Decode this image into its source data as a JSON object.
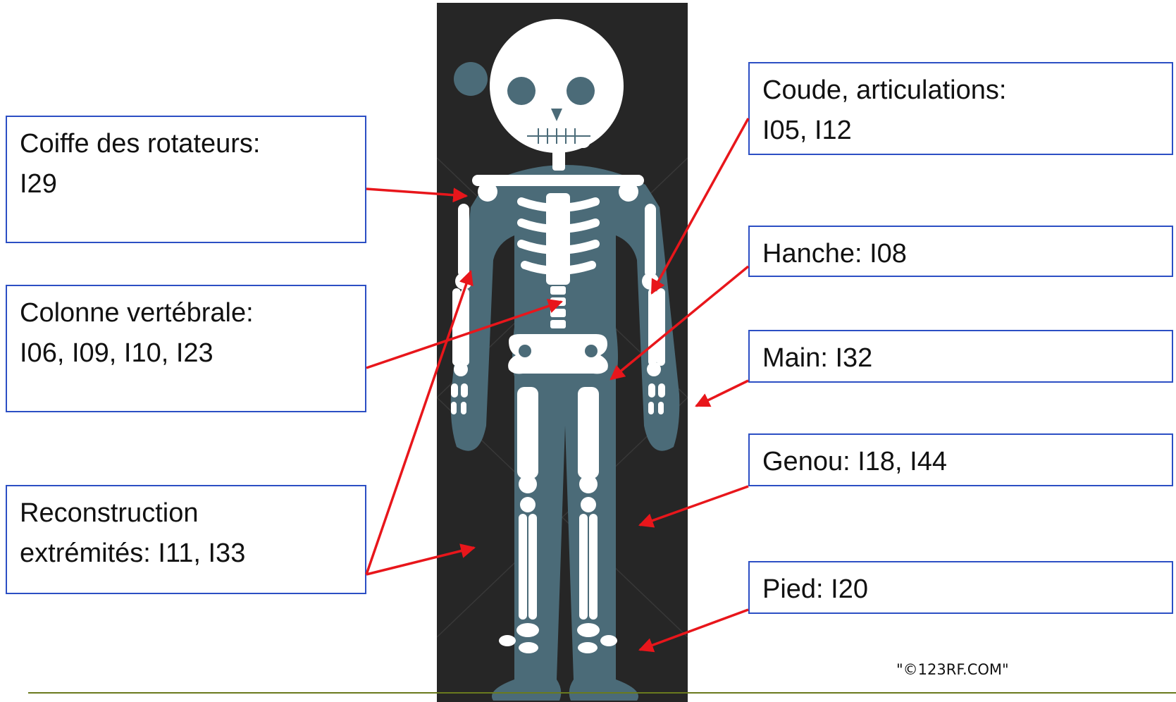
{
  "labels": {
    "coiffe": {
      "line1": "Coiffe des rotateurs:",
      "line2": "I29"
    },
    "colonne": {
      "line1": "Colonne vertébrale:",
      "line2": "I06, I09, I10, I23"
    },
    "recon": {
      "line1": "Reconstruction",
      "line2": "extrémités: I11, I33"
    },
    "coude": {
      "line1": "Coude, articulations:",
      "line2": "I05, I12"
    },
    "hanche": {
      "line1": "Hanche: I08"
    },
    "main": {
      "line1": "Main: I32"
    },
    "genou": {
      "line1": "Genou: I18, I44"
    },
    "pied": {
      "line1": "Pied: I20"
    }
  },
  "credit": "\"©123RF.COM\"",
  "colors": {
    "box_border": "#2c4fc4",
    "arrow": "#e8161b",
    "panel_bg": "#262626",
    "body_silhouette": "#4b6b78",
    "bone": "#ffffff",
    "rule": "#6a7a1e"
  },
  "image": {
    "subject": "x-ray style cartoon skeleton",
    "watermark": "123RF"
  }
}
